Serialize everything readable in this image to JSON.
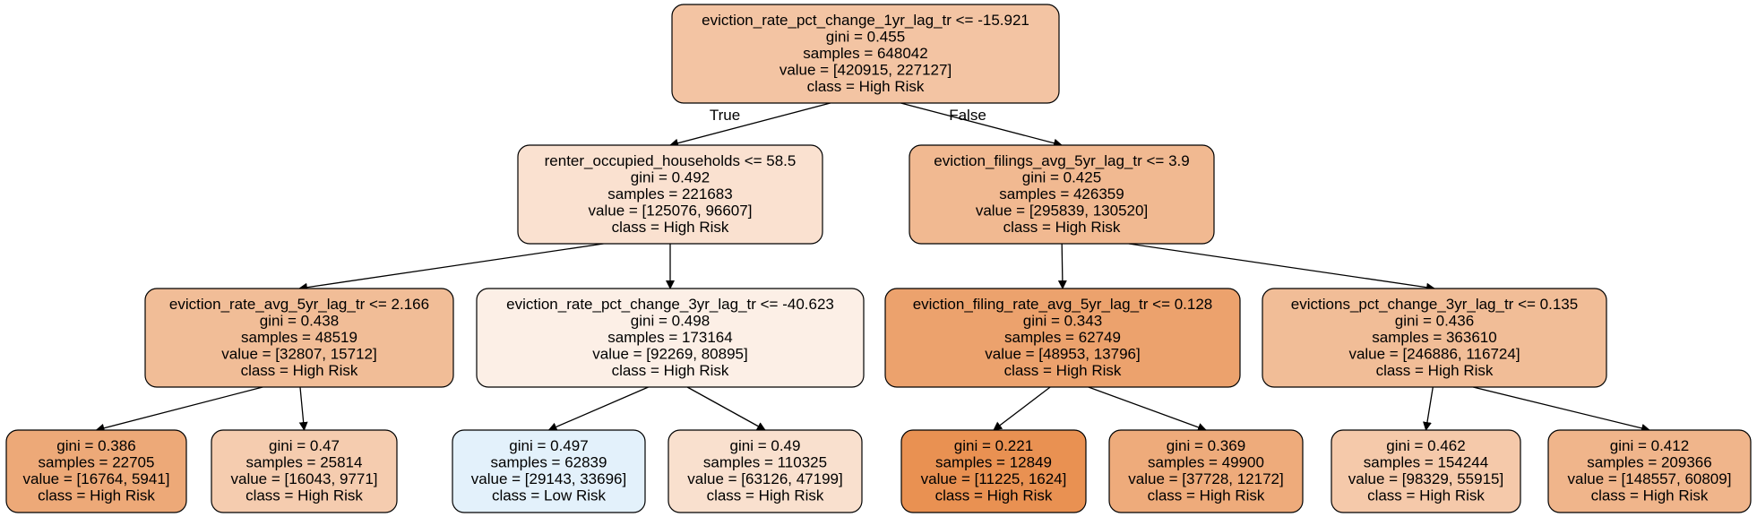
{
  "colors": {
    "n0": "#f3c4a3",
    "n1": "#fae1d0",
    "n2": "#f1b991",
    "n3": "#f1bd97",
    "n4": "#fcefe6",
    "n5": "#eca26d",
    "n6": "#f1bd97",
    "n7": "#eda978",
    "n8": "#f5ccaf",
    "n9": "#e3f1fb",
    "n10": "#f9e0ce",
    "n11": "#e99152",
    "n12": "#eeab7b",
    "n13": "#f5c9aa",
    "n14": "#f0b58b",
    "stroke": "#000000"
  },
  "nodes": [
    {
      "id": "n0",
      "lines": [
        "eviction_rate_pct_change_1yr_lag_tr <= -15.921",
        "gini = 0.455",
        "samples = 648042",
        "value = [420915, 227127]",
        "class = High Risk"
      ]
    },
    {
      "id": "n1",
      "lines": [
        "renter_occupied_households <= 58.5",
        "gini = 0.492",
        "samples = 221683",
        "value = [125076, 96607]",
        "class = High Risk"
      ]
    },
    {
      "id": "n2",
      "lines": [
        "eviction_filings_avg_5yr_lag_tr <= 3.9",
        "gini = 0.425",
        "samples = 426359",
        "value = [295839, 130520]",
        "class = High Risk"
      ]
    },
    {
      "id": "n3",
      "lines": [
        "eviction_rate_avg_5yr_lag_tr <= 2.166",
        "gini = 0.438",
        "samples = 48519",
        "value = [32807, 15712]",
        "class = High Risk"
      ]
    },
    {
      "id": "n4",
      "lines": [
        "eviction_rate_pct_change_3yr_lag_tr <= -40.623",
        "gini = 0.498",
        "samples = 173164",
        "value = [92269, 80895]",
        "class = High Risk"
      ]
    },
    {
      "id": "n5",
      "lines": [
        "eviction_filing_rate_avg_5yr_lag_tr <= 0.128",
        "gini = 0.343",
        "samples = 62749",
        "value = [48953, 13796]",
        "class = High Risk"
      ]
    },
    {
      "id": "n6",
      "lines": [
        "evictions_pct_change_3yr_lag_tr <= 0.135",
        "gini = 0.436",
        "samples = 363610",
        "value = [246886, 116724]",
        "class = High Risk"
      ]
    },
    {
      "id": "n7",
      "lines": [
        "gini = 0.386",
        "samples = 22705",
        "value = [16764, 5941]",
        "class = High Risk"
      ]
    },
    {
      "id": "n8",
      "lines": [
        "gini = 0.47",
        "samples = 25814",
        "value = [16043, 9771]",
        "class = High Risk"
      ]
    },
    {
      "id": "n9",
      "lines": [
        "gini = 0.497",
        "samples = 62839",
        "value = [29143, 33696]",
        "class = Low Risk"
      ]
    },
    {
      "id": "n10",
      "lines": [
        "gini = 0.49",
        "samples = 110325",
        "value = [63126, 47199]",
        "class = High Risk"
      ]
    },
    {
      "id": "n11",
      "lines": [
        "gini = 0.221",
        "samples = 12849",
        "value = [11225, 1624]",
        "class = High Risk"
      ]
    },
    {
      "id": "n12",
      "lines": [
        "gini = 0.369",
        "samples = 49900",
        "value = [37728, 12172]",
        "class = High Risk"
      ]
    },
    {
      "id": "n13",
      "lines": [
        "gini = 0.462",
        "samples = 154244",
        "value = [98329, 55915]",
        "class = High Risk"
      ]
    },
    {
      "id": "n14",
      "lines": [
        "gini = 0.412",
        "samples = 209366",
        "value = [148557, 60809]",
        "class = High Risk"
      ]
    }
  ],
  "edges": [
    {
      "from": "n0",
      "to": "n1",
      "label": "True"
    },
    {
      "from": "n0",
      "to": "n2",
      "label": "False"
    },
    {
      "from": "n1",
      "to": "n3",
      "label": ""
    },
    {
      "from": "n1",
      "to": "n4",
      "label": ""
    },
    {
      "from": "n2",
      "to": "n5",
      "label": ""
    },
    {
      "from": "n2",
      "to": "n6",
      "label": ""
    },
    {
      "from": "n3",
      "to": "n7",
      "label": ""
    },
    {
      "from": "n3",
      "to": "n8",
      "label": ""
    },
    {
      "from": "n4",
      "to": "n9",
      "label": ""
    },
    {
      "from": "n4",
      "to": "n10",
      "label": ""
    },
    {
      "from": "n5",
      "to": "n11",
      "label": ""
    },
    {
      "from": "n5",
      "to": "n12",
      "label": ""
    },
    {
      "from": "n6",
      "to": "n13",
      "label": ""
    },
    {
      "from": "n6",
      "to": "n14",
      "label": ""
    }
  ]
}
